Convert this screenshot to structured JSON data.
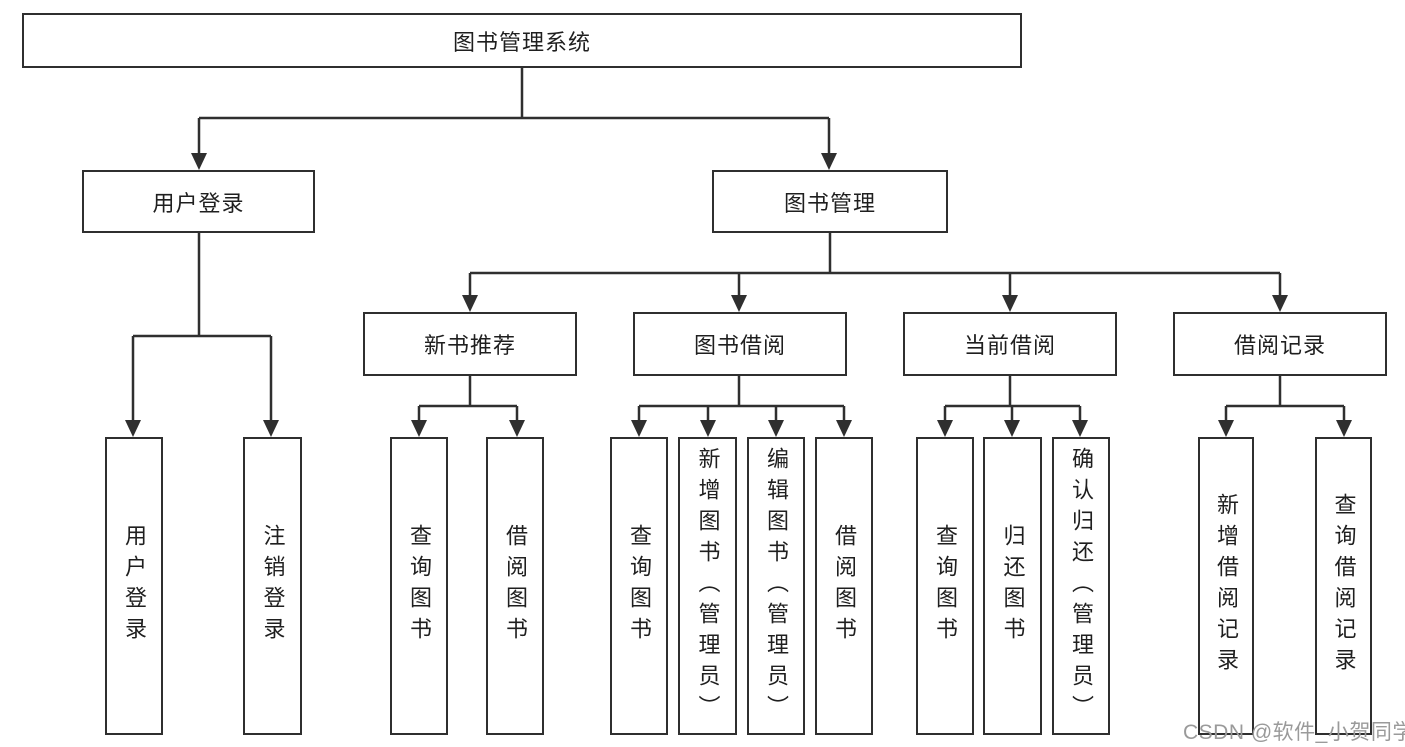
{
  "diagram": {
    "title": "图书管理系统",
    "level2": [
      {
        "label": "用户登录"
      },
      {
        "label": "图书管理"
      }
    ],
    "level3": [
      {
        "label": "新书推荐",
        "parent": "图书管理"
      },
      {
        "label": "图书借阅",
        "parent": "图书管理"
      },
      {
        "label": "当前借阅",
        "parent": "图书管理"
      },
      {
        "label": "借阅记录",
        "parent": "图书管理"
      }
    ],
    "leaves": [
      {
        "label": "用户登录",
        "parent": "用户登录"
      },
      {
        "label": "注销登录",
        "parent": "用户登录"
      },
      {
        "label": "查询图书",
        "parent": "新书推荐"
      },
      {
        "label": "借阅图书",
        "parent": "新书推荐"
      },
      {
        "label": "查询图书",
        "parent": "图书借阅"
      },
      {
        "label": "新增图书（管理员）",
        "parent": "图书借阅"
      },
      {
        "label": "编辑图书（管理员）",
        "parent": "图书借阅"
      },
      {
        "label": "借阅图书",
        "parent": "图书借阅"
      },
      {
        "label": "查询图书",
        "parent": "当前借阅"
      },
      {
        "label": "归还图书",
        "parent": "当前借阅"
      },
      {
        "label": "确认归还（管理员）",
        "parent": "当前借阅"
      },
      {
        "label": "新增借阅记录",
        "parent": "借阅记录"
      },
      {
        "label": "查询借阅记录",
        "parent": "借阅记录"
      }
    ],
    "colors": {
      "line": "#2f2f2f",
      "text": "#1f1f1f",
      "box_background": "#ffffff",
      "watermark_text": "#9a9a9a"
    }
  },
  "watermark": {
    "text": "CSDN @软件_小贺同学"
  }
}
